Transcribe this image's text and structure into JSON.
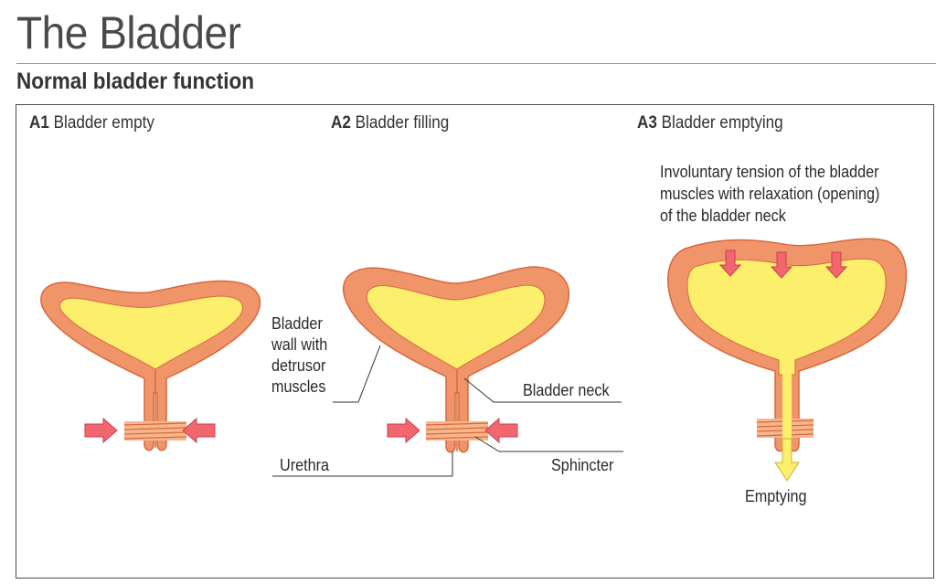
{
  "title": "The Bladder",
  "subtitle": "Normal bladder function",
  "panels": [
    {
      "id": "A1",
      "caption": "Bladder empty"
    },
    {
      "id": "A2",
      "caption": "Bladder filling"
    },
    {
      "id": "A3",
      "caption": "Bladder emptying"
    }
  ],
  "labels": {
    "bladder_wall_1": "Bladder",
    "bladder_wall_2": "wall with",
    "bladder_wall_3": "detrusor",
    "bladder_wall_4": "muscles",
    "bladder_neck": "Bladder neck",
    "urethra": "Urethra",
    "sphincter": "Sphincter",
    "tension_1": "Involuntary tension of the bladder",
    "tension_2": "muscles with relaxation (opening)",
    "tension_3": "of the bladder neck",
    "emptying": "Emptying"
  },
  "colors": {
    "wall": "#f0956a",
    "wall_stroke": "#d8683d",
    "fill": "#fbef6b",
    "arrow": "#f26670",
    "arrow_stroke": "#c93e4a",
    "line": "#333333"
  }
}
